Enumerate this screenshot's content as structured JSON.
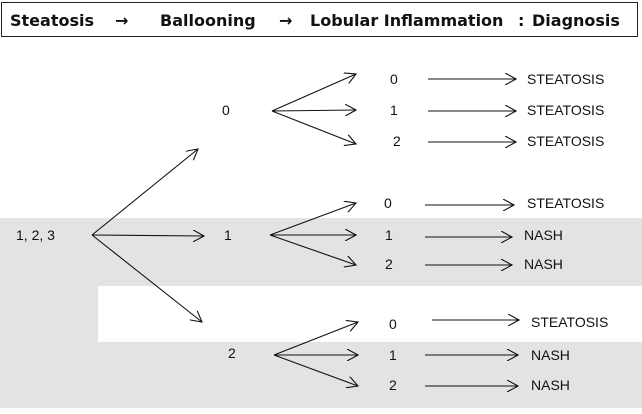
{
  "header": {
    "steatosis": "Steatosis",
    "arrow1": "→",
    "ballooning": "Ballooning",
    "arrow2": "→",
    "lobular": "Lobular Inflammation",
    "colon": ":",
    "diagnosis": "Diagnosis"
  },
  "root": {
    "label": "1, 2, 3"
  },
  "ballooning": [
    {
      "label": "0",
      "inflammation": [
        {
          "label": "0",
          "diagnosis": "STEATOSIS"
        },
        {
          "label": "1",
          "diagnosis": "STEATOSIS"
        },
        {
          "label": "2",
          "diagnosis": "STEATOSIS"
        }
      ]
    },
    {
      "label": "1",
      "inflammation": [
        {
          "label": "0",
          "diagnosis": "STEATOSIS"
        },
        {
          "label": "1",
          "diagnosis": "NASH"
        },
        {
          "label": "2",
          "diagnosis": "NASH"
        }
      ]
    },
    {
      "label": "2",
      "inflammation": [
        {
          "label": "0",
          "diagnosis": "STEATOSIS"
        },
        {
          "label": "1",
          "diagnosis": "NASH"
        },
        {
          "label": "2",
          "diagnosis": "NASH"
        }
      ]
    }
  ],
  "colors": {
    "shading": "#e3e3e3",
    "line": "#111111"
  }
}
